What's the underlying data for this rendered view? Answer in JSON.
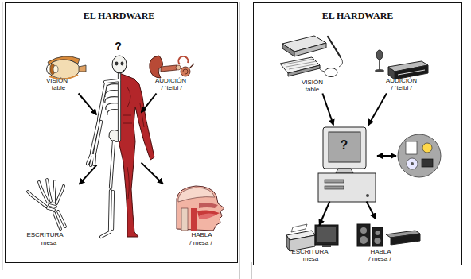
{
  "diagram": {
    "nodes": [
      {
        "text": [
          "EL HARDWARE"
        ]
      },
      {
        "text": [
          "VISIÓN",
          "table"
        ],
        "in": 0
      },
      {
        "text": [
          "AUDICIÓN",
          "/ ´teibl /"
        ],
        "in": 0
      },
      {
        "text": [
          "?"
        ],
        "in": 0
      },
      {
        "text": [
          "ESCRITURA",
          "mesa"
        ],
        "in": 0
      },
      {
        "text": [
          "HABLA",
          "/ mesa /"
        ],
        "in": 0
      },
      {
        "text": [
          "EL HARDWARE"
        ]
      },
      {
        "text": [
          "VISIÓN",
          "table"
        ],
        "in": 6
      },
      {
        "text": [
          "AUDICIÓN",
          "/ ´teibl /"
        ],
        "in": 6
      },
      {
        "text": [
          "?"
        ],
        "in": 6
      },
      {
        "text": [
          "ESCRITURA",
          "mesa"
        ],
        "in": 6
      },
      {
        "text": [
          "HABLA",
          "/ mesa /"
        ],
        "in": 6
      }
    ],
    "edges": [
      {
        "from": 1,
        "to": 3,
        "arrow": "to"
      },
      {
        "from": 2,
        "to": 3,
        "arrow": "to"
      },
      {
        "from": 3,
        "to": 4,
        "arrow": "to"
      },
      {
        "from": 3,
        "to": 5,
        "arrow": "to"
      },
      {
        "from": 7,
        "to": 9,
        "arrow": "to"
      },
      {
        "from": 8,
        "to": 9,
        "arrow": "to"
      },
      {
        "from": 9,
        "to": 10,
        "arrow": "to"
      },
      {
        "from": 9,
        "to": 11,
        "arrow": "to"
      }
    ]
  }
}
